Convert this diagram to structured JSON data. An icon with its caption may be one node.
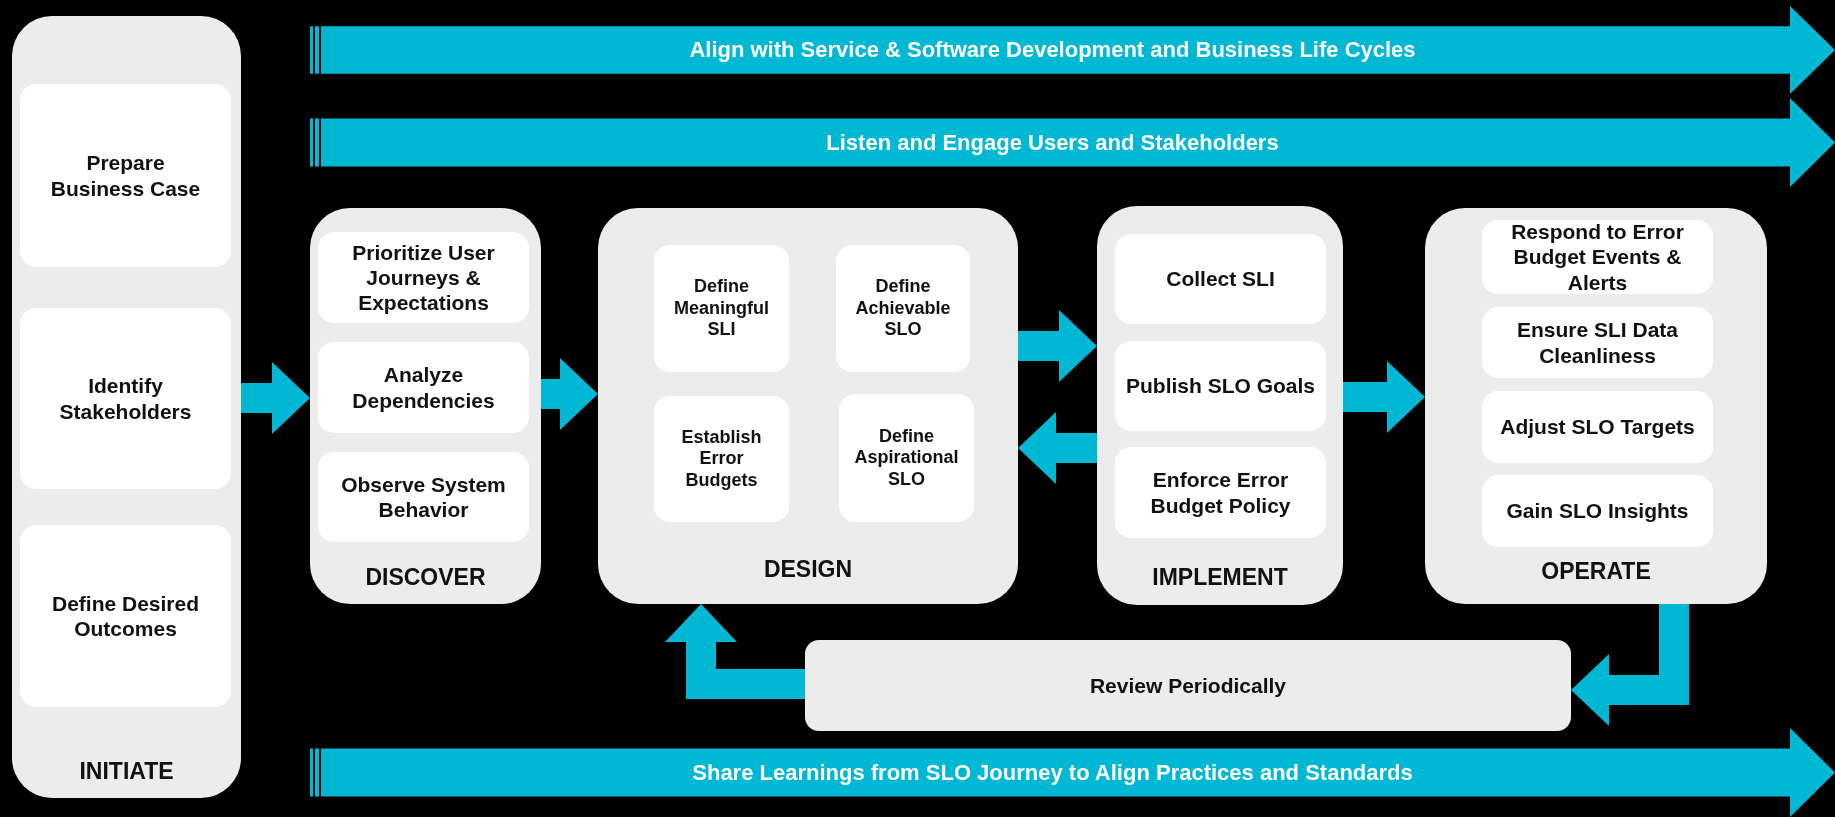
{
  "diagram": {
    "nodes": [
      {
        "text": [
          "INITIATE"
        ]
      },
      {
        "text": [
          "Prepare Business Case"
        ],
        "in": 0
      },
      {
        "text": [
          "Identify Stakeholders"
        ],
        "in": 0
      },
      {
        "text": [
          "Define Desired Outcomes"
        ],
        "in": 0
      },
      {
        "text": [
          "Align with Service & Software Development and Business Life Cycles"
        ]
      },
      {
        "text": [
          "Listen and Engage Users and Stakeholders"
        ]
      },
      {
        "text": [
          "DISCOVER"
        ]
      },
      {
        "text": [
          "Prioritize User Journeys & Expectations"
        ],
        "in": 6
      },
      {
        "text": [
          "Analyze Dependencies"
        ],
        "in": 6
      },
      {
        "text": [
          "Observe System Behavior"
        ],
        "in": 6
      },
      {
        "text": [
          "DESIGN"
        ]
      },
      {
        "text": [
          "Define Meaningful SLI"
        ],
        "in": 10
      },
      {
        "text": [
          "Define Achievable SLO"
        ],
        "in": 10
      },
      {
        "text": [
          "Establish Error Budgets"
        ],
        "in": 10
      },
      {
        "text": [
          "Define Aspirational SLO"
        ],
        "in": 10
      },
      {
        "text": [
          "IMPLEMENT"
        ]
      },
      {
        "text": [
          "Collect SLI"
        ],
        "in": 15
      },
      {
        "text": [
          "Publish SLO Goals"
        ],
        "in": 15
      },
      {
        "text": [
          "Enforce Error Budget Policy"
        ],
        "in": 15
      },
      {
        "text": [
          "OPERATE"
        ]
      },
      {
        "text": [
          "Respond to Error Budget Events & Alerts"
        ],
        "in": 19
      },
      {
        "text": [
          "Ensure SLI Data Cleanliness"
        ],
        "in": 19
      },
      {
        "text": [
          "Adjust SLO Targets"
        ],
        "in": 19
      },
      {
        "text": [
          "Gain SLO Insights"
        ],
        "in": 19
      },
      {
        "text": [
          "Review Periodically"
        ]
      },
      {
        "text": [
          "Share Learnings from SLO Journey to Align Practices and Standards"
        ]
      }
    ],
    "edges": [
      {
        "from": 0,
        "to": 6,
        "arrow": "to"
      },
      {
        "from": 6,
        "to": 10,
        "arrow": "to"
      },
      {
        "from": 10,
        "to": 15,
        "arrow": "to"
      },
      {
        "from": 15,
        "to": 10,
        "arrow": "to"
      },
      {
        "from": 15,
        "to": 19,
        "arrow": "to"
      },
      {
        "from": 19,
        "to": 24,
        "arrow": "to"
      },
      {
        "from": 24,
        "to": 10,
        "arrow": "to"
      }
    ]
  }
}
